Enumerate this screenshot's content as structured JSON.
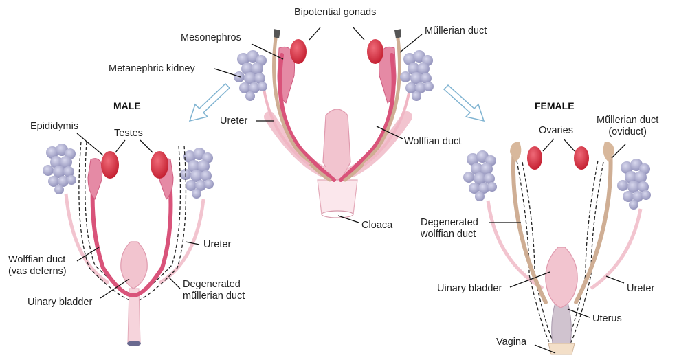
{
  "colors": {
    "duct_pink": "#d9537a",
    "gonad_red": "#d8283a",
    "kidney_lavender": "#a8a8cc",
    "mullerian_tan": "#c9a98c",
    "skin_pink": "#f2c4cf",
    "arrow_blue": "#7fb3d1"
  },
  "center": {
    "bipotential_gonads": "Bipotential gonads",
    "mesonephros": "Mesonephros",
    "mullerian_duct": "Mű̃llerian duct",
    "metanephric_kidney": "Metanephric kidney",
    "ureter": "Ureter",
    "wolffian_duct": "Wolffian duct",
    "cloaca": "Cloaca"
  },
  "male": {
    "heading": "MALE",
    "epididymis": "Epididymis",
    "testes": "Testes",
    "wolffian_line1": "Wolffian duct",
    "wolffian_line2": "(vas deferns)",
    "ureter": "Ureter",
    "degenerated_line1": "Degenerated",
    "degenerated_line2": "mű̃llerian duct",
    "bladder": "Uinary bladder"
  },
  "female": {
    "heading": "FEMALE",
    "ovaries": "Ovaries",
    "mullerian_line1": "Mű̃llerian duct",
    "mullerian_line2": "(oviduct)",
    "degenerated_line1": "Degenerated",
    "degenerated_line2": "wolffian duct",
    "bladder": "Uinary bladder",
    "ureter": "Ureter",
    "uterus": "Uterus",
    "vagina": "Vagina"
  }
}
